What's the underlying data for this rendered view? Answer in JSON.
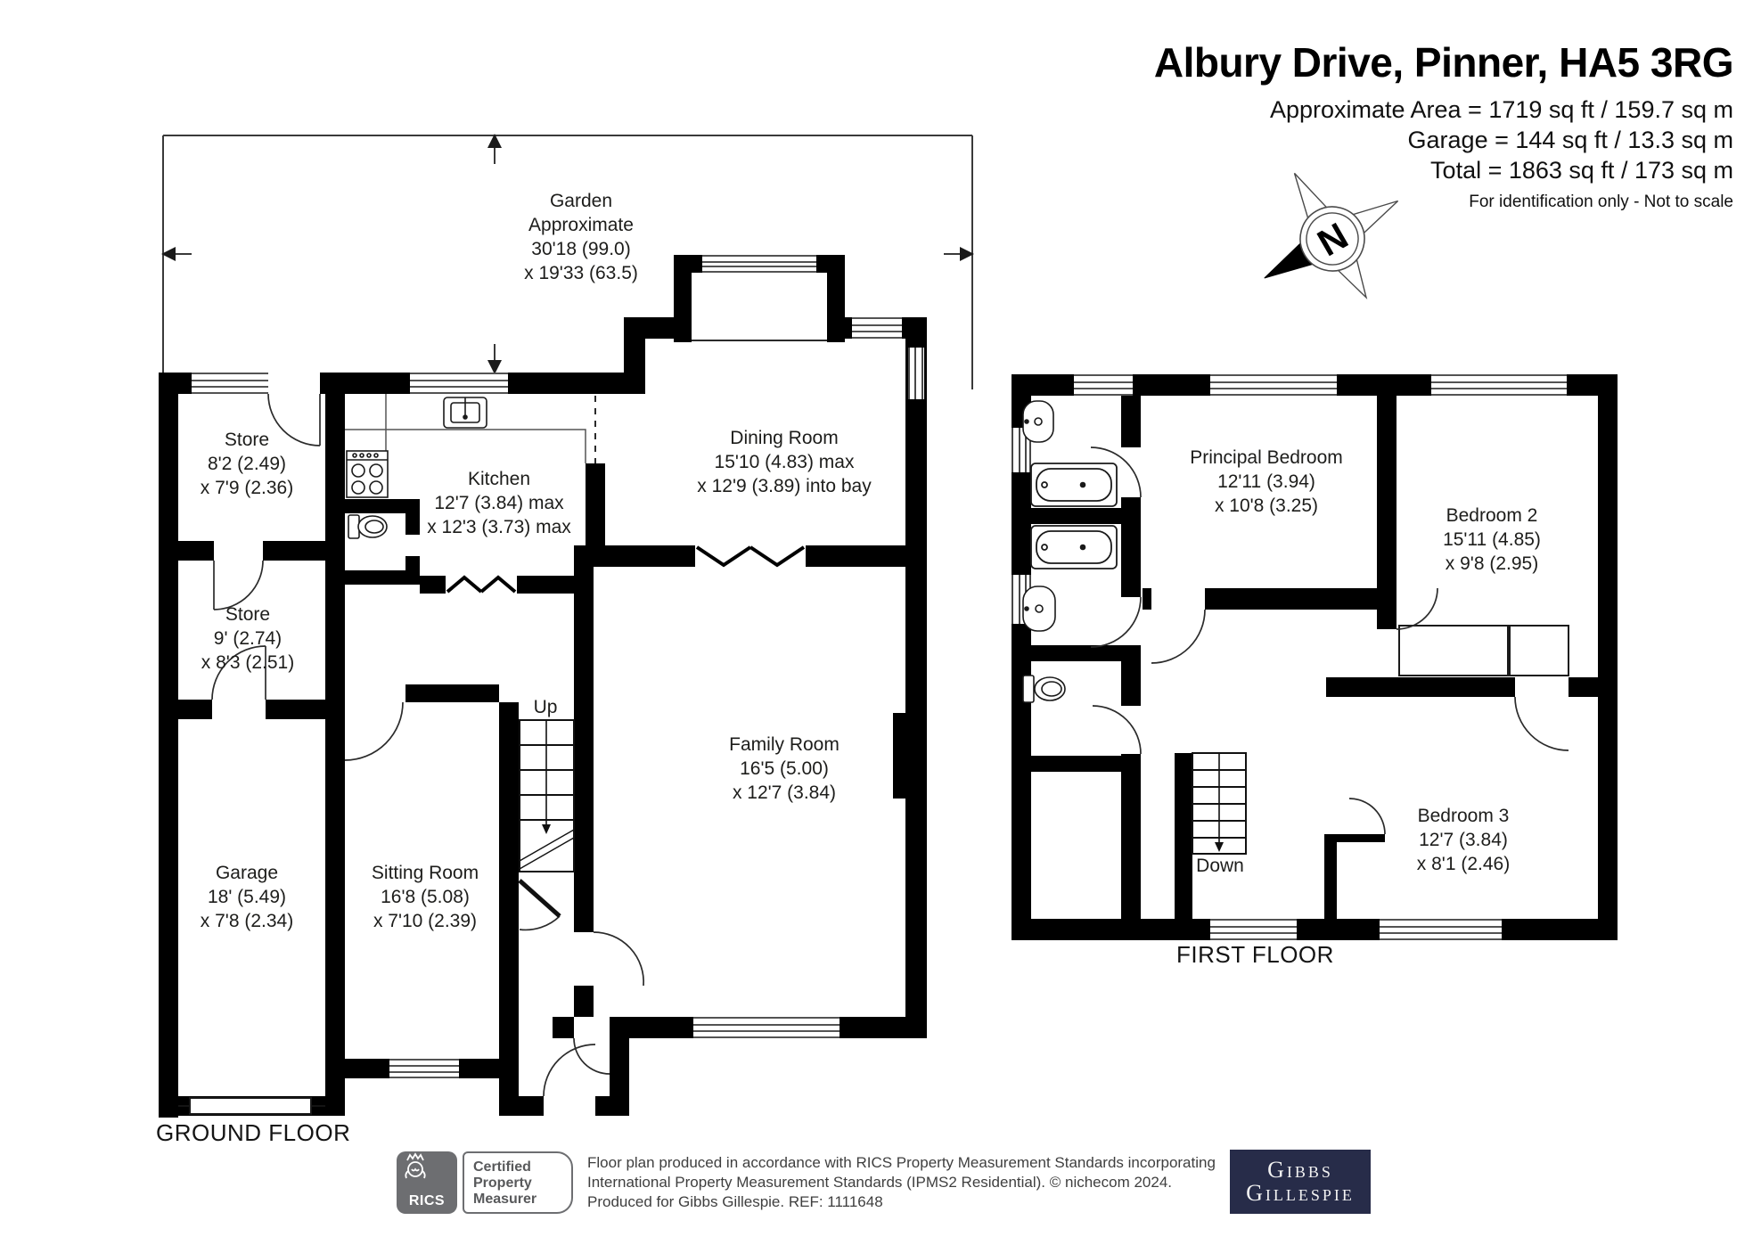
{
  "header": {
    "title": "Albury Drive, Pinner, HA5 3RG",
    "area_lines": [
      "Approximate Area = 1719 sq ft / 159.7 sq m",
      "Garage = 144 sq ft / 13.3 sq m",
      "Total = 1863 sq ft / 173 sq m"
    ],
    "note": "For identification only - Not to scale"
  },
  "compass": {
    "north_label": "N"
  },
  "plan": {
    "garden": {
      "name": "Garden",
      "qualifier": "Approximate",
      "dim1": "30'18 (99.0)",
      "dim2": "x 19'33 (63.5)"
    },
    "ground": {
      "floor_label": "GROUND FLOOR",
      "stairs_label": "Up",
      "rooms": [
        {
          "name": "Store",
          "dim1": "8'2 (2.49)",
          "dim2": "x 7'9 (2.36)"
        },
        {
          "name": "Kitchen",
          "dim1": "12'7 (3.84) max",
          "dim2": "x 12'3 (3.73) max"
        },
        {
          "name": "Dining Room",
          "dim1": "15'10 (4.83) max",
          "dim2": "x 12'9 (3.89) into bay"
        },
        {
          "name": "Store",
          "dim1": "9' (2.74)",
          "dim2": "x 8'3 (2.51)"
        },
        {
          "name": "Family Room",
          "dim1": "16'5 (5.00)",
          "dim2": "x 12'7 (3.84)"
        },
        {
          "name": "Garage",
          "dim1": "18' (5.49)",
          "dim2": "x 7'8 (2.34)"
        },
        {
          "name": "Sitting Room",
          "dim1": "16'8 (5.08)",
          "dim2": "x 7'10 (2.39)"
        }
      ]
    },
    "first": {
      "floor_label": "FIRST FLOOR",
      "stairs_label": "Down",
      "rooms": [
        {
          "name": "Principal Bedroom",
          "dim1": "12'11 (3.94)",
          "dim2": "x 10'8 (3.25)"
        },
        {
          "name": "Bedroom 2",
          "dim1": "15'11 (4.85)",
          "dim2": "x 9'8 (2.95)"
        },
        {
          "name": "Bedroom 3",
          "dim1": "12'7 (3.84)",
          "dim2": "x 8'1 (2.46)"
        }
      ]
    }
  },
  "footer": {
    "rics_logo_text": "RICS",
    "certified_lines": [
      "Certified",
      "Property",
      "Measurer"
    ],
    "disclaimer_lines": [
      "Floor plan produced in accordance with RICS Property Measurement Standards incorporating",
      "International Property Measurement Standards (IPMS2 Residential).   © nichecom 2024.",
      "Produced for Gibbs Gillespie.   REF: 1111648"
    ],
    "brand_lines": [
      "Gibbs",
      "Gillespie"
    ]
  },
  "colors": {
    "wall": "#000000",
    "brand_navy": "#272c49",
    "rics_gray": "#6d6e71",
    "text": "#1d1d1b"
  }
}
